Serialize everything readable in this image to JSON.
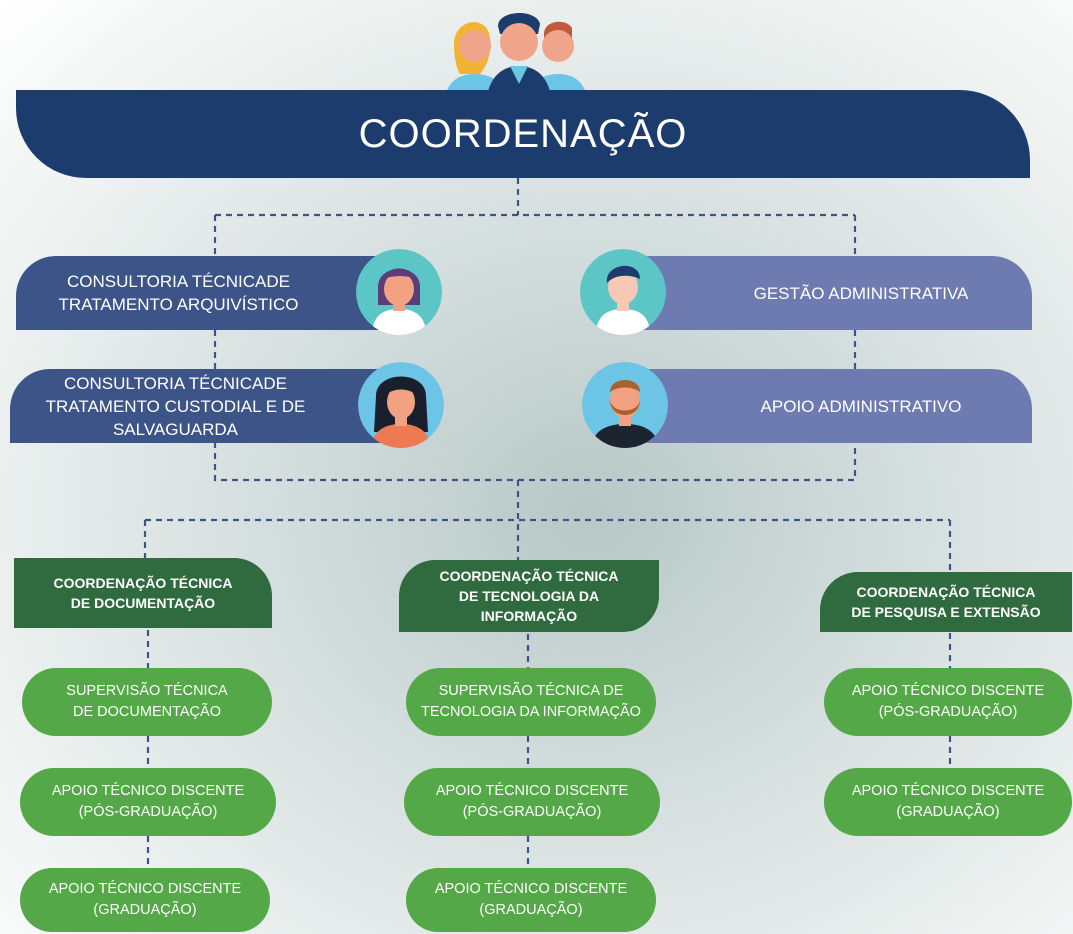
{
  "title": "COORDENAÇÃO",
  "departments": {
    "left_1": [
      "CONSULTORIA TÉCNICADE",
      "TRATAMENTO ARQUIVÍSTICO"
    ],
    "left_2": [
      "CONSULTORIA TÉCNICADE",
      "TRATAMENTO CUSTODIAL E DE",
      "SALVAGUARDA"
    ],
    "right_1": "GESTÃO ADMINISTRATIVA",
    "right_2": "APOIO ADMINISTRATIVO"
  },
  "coordinations": {
    "documentacao": [
      "COORDENAÇÃO TÉCNICA",
      "DE DOCUMENTAÇÃO"
    ],
    "ti": [
      "COORDENAÇÃO TÉCNICA",
      "DE TECNOLOGIA DA",
      "INFORMAÇÃO"
    ],
    "pesquisa": [
      "COORDENAÇÃO TÉCNICA",
      "DE PESQUISA E EXTENSÃO"
    ]
  },
  "units": {
    "doc_supervisao": [
      "SUPERVISÃO TÉCNICA",
      "DE DOCUMENTAÇÃO"
    ],
    "doc_pos": [
      "APOIO TÉCNICO DISCENTE",
      "(PÓS-GRADUAÇÃO)"
    ],
    "doc_grad": [
      "APOIO TÉCNICO DISCENTE",
      "(GRADUAÇÃO)"
    ],
    "ti_supervisao": [
      "SUPERVISÃO TÉCNICA DE",
      "TECNOLOGIA DA INFORMAÇÃO"
    ],
    "ti_pos": [
      "APOIO TÉCNICO DISCENTE",
      "(PÓS-GRADUAÇÃO)"
    ],
    "ti_grad": [
      "APOIO TÉCNICO DISCENTE",
      "(GRADUAÇÃO)"
    ],
    "pe_pos": [
      "APOIO TÉCNICO DISCENTE",
      "(PÓS-GRADUAÇÃO)"
    ],
    "pe_grad": [
      "APOIO TÉCNICO DISCENTE",
      "(GRADUAÇÃO)"
    ]
  },
  "colors": {
    "navy": "#1c3c6e",
    "dept_left": "#3d5488",
    "dept_right": "#6d7bb0",
    "coord_green": "#2f6b3e",
    "unit_green": "#54a847",
    "connector": "#3d5488"
  },
  "icons": {
    "header": "team-icon",
    "left_1": "woman-avatar-icon",
    "left_2": "woman-long-hair-avatar-icon",
    "right_1": "man-avatar-icon",
    "right_2": "bearded-man-avatar-icon"
  }
}
